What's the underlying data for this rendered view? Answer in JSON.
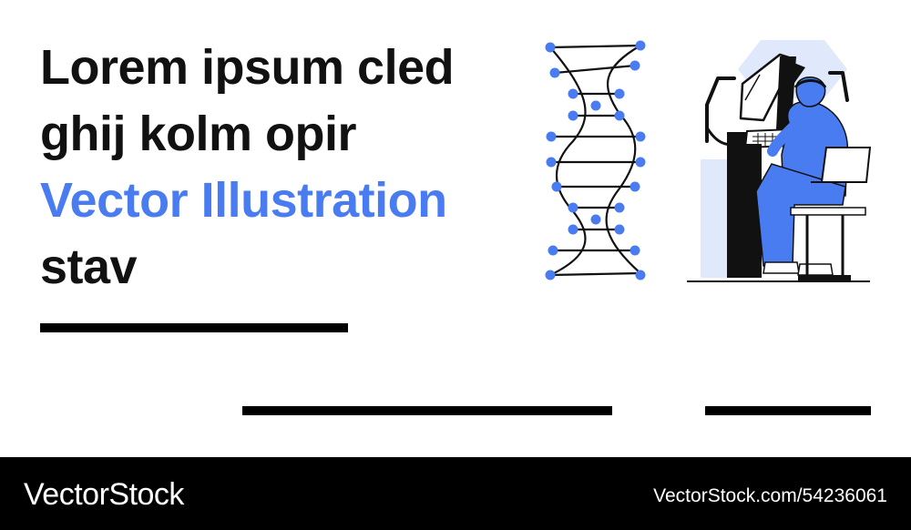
{
  "headline": {
    "line1": "Lorem ipsum cled",
    "line2": "ghij kolm opir",
    "line3": "Vector Illustration",
    "line4": "stav"
  },
  "colors": {
    "accent": "#4a7cf1",
    "light_blue": "#dfe9fb",
    "text": "#111111",
    "footer_bg": "#000000"
  },
  "icons": {
    "dna": "dna-helix-icon",
    "scientist": "scientist-at-computer-illustration"
  },
  "footer": {
    "brand": "VectorStock",
    "stock_id": "VectorStock.com/54236061"
  }
}
